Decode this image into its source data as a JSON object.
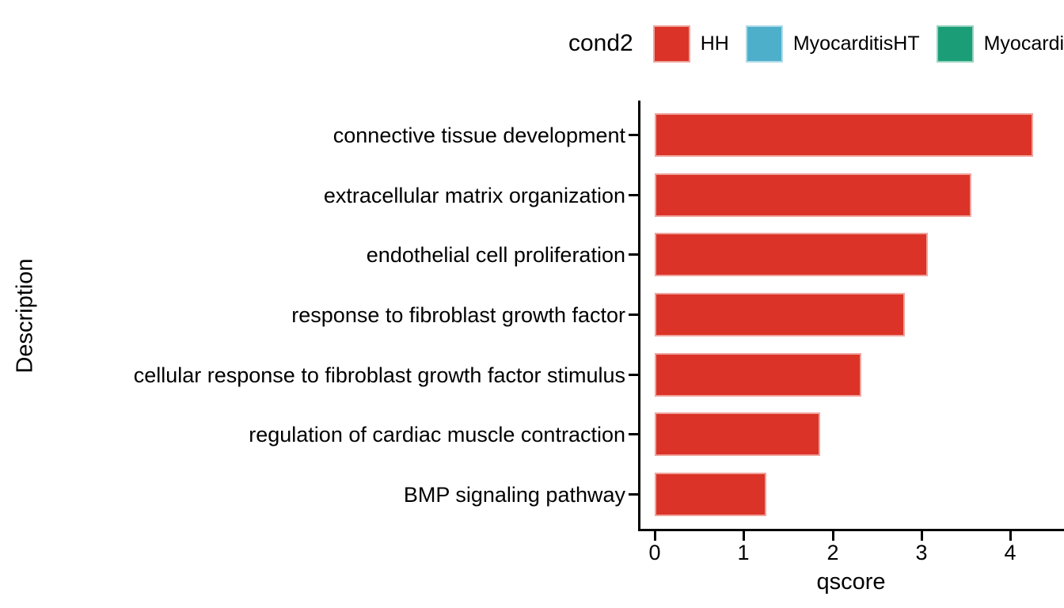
{
  "chart_data": {
    "type": "bar",
    "orientation": "horizontal",
    "title": "",
    "xlabel": "qscore",
    "ylabel": "Description",
    "categories": [
      "connective tissue development",
      "extracellular matrix organization",
      "endothelial cell proliferation",
      "response to fibroblast growth factor",
      "cellular response to fibroblast growth factor stimulus",
      "regulation of cardiac muscle contraction",
      "BMP signaling pathway"
    ],
    "series": [
      {
        "name": "HH",
        "color": "#DB3327",
        "values": [
          4.26,
          3.56,
          3.07,
          2.81,
          2.32,
          1.86,
          1.26
        ]
      }
    ],
    "xticks": [
      0,
      1,
      2,
      3,
      4
    ],
    "xlim": [
      0,
      4.6
    ],
    "grid": false,
    "legend_position": "top",
    "legend": {
      "title": "cond2",
      "entries": [
        {
          "label": "HH",
          "color": "#DB3327"
        },
        {
          "label": "MyocarditisHT",
          "color": "#4EAFCB"
        },
        {
          "label": "MyocarditisHH",
          "color": "#1B9E77"
        }
      ]
    }
  }
}
